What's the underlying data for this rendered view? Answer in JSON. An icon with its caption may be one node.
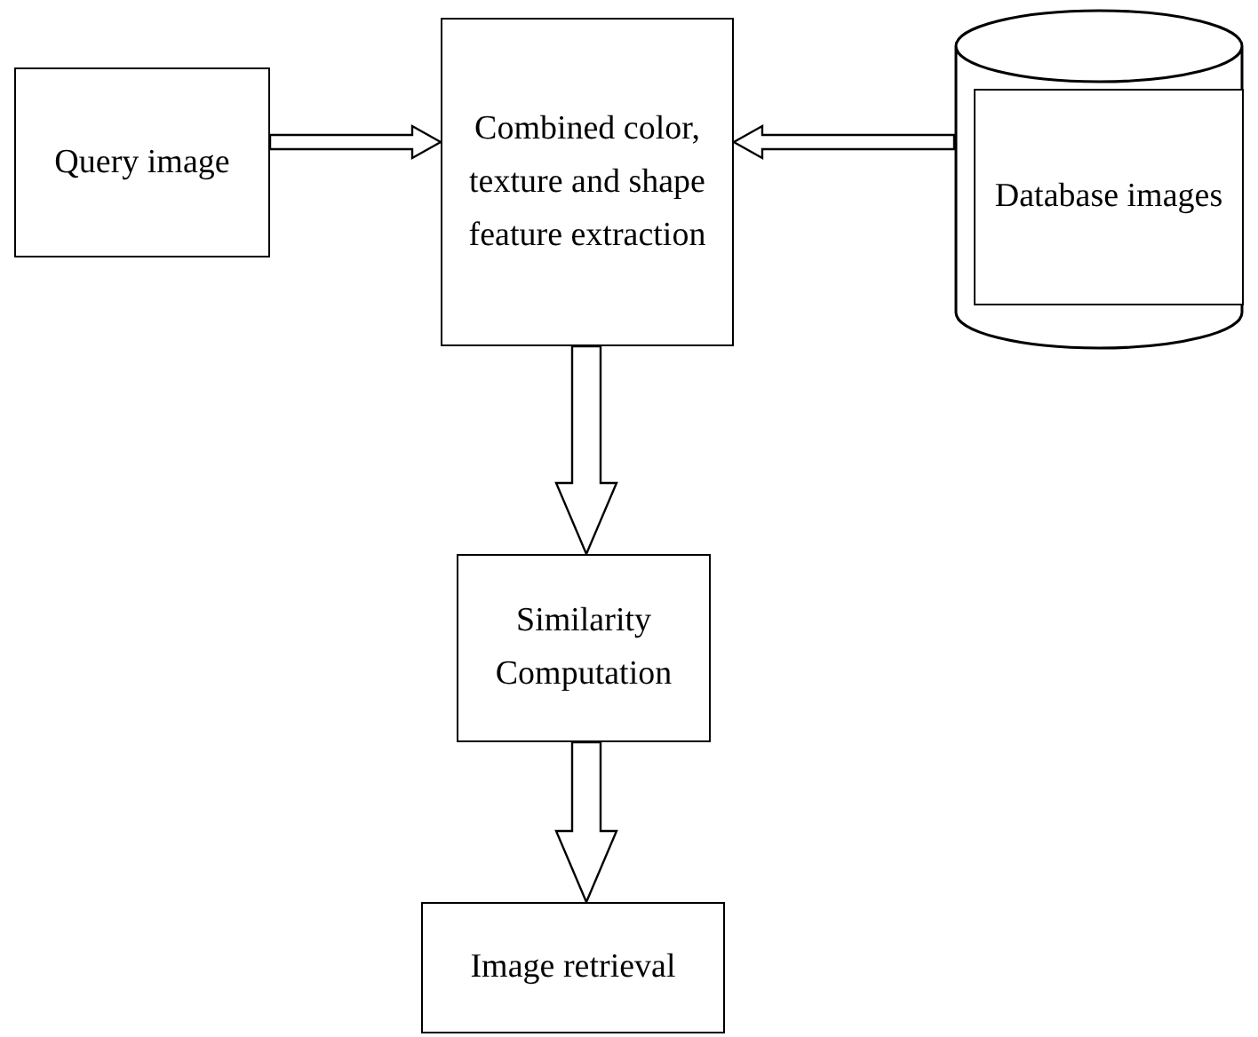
{
  "diagram": {
    "nodes": [
      {
        "text": [
          "Query image"
        ]
      },
      {
        "text": [
          "Combined color, texture and shape feature extraction"
        ]
      },
      {
        "text": [],
        "shape": "cylinder"
      },
      {
        "text": [
          "Database images"
        ],
        "in": 2
      },
      {
        "text": [
          "Similarity Computation"
        ]
      },
      {
        "text": [
          "Image retrieval"
        ]
      }
    ],
    "edges": [
      {
        "from": 0,
        "to": 1,
        "arrow": "to"
      },
      {
        "from": 2,
        "to": 1,
        "arrow": "to"
      },
      {
        "from": 1,
        "to": 4,
        "arrow": "to"
      },
      {
        "from": 4,
        "to": 5,
        "arrow": "to"
      }
    ]
  }
}
